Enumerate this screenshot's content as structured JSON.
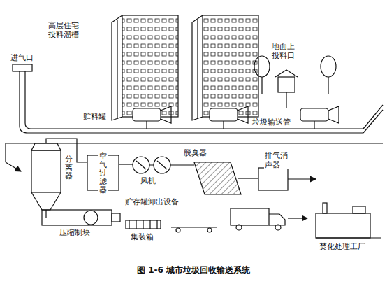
{
  "diagram": {
    "caption": "图 1-6 城市垃圾回收输送系统",
    "labels": [
      "高层住宅投料溜槽",
      "进气口",
      "贮料罐",
      "地面上投料口",
      "垃圾输送管",
      "分离器",
      "空气过滤器",
      "风机",
      "脱臭器",
      "排气消声器",
      "贮存罐卸出设备",
      "集装箱",
      "压缩制块",
      "焚化处理工厂"
    ]
  }
}
